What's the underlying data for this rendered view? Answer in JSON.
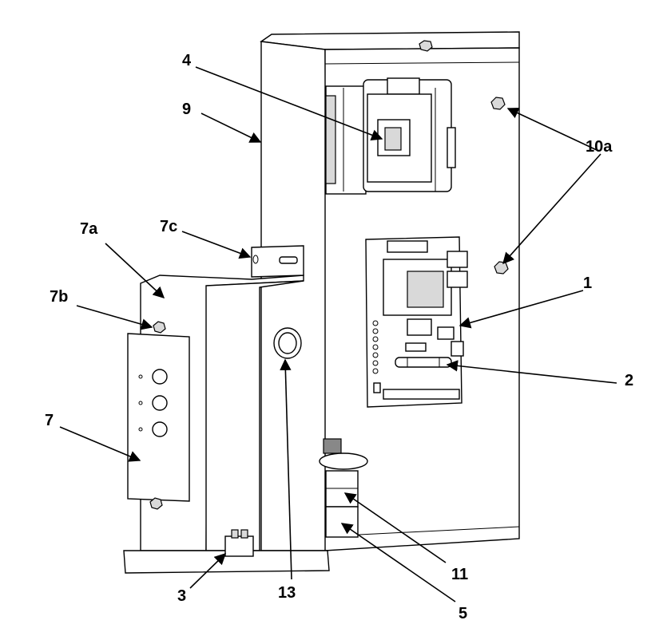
{
  "labels": {
    "l1": "1",
    "l2": "2",
    "l3": "3",
    "l4": "4",
    "l5": "5",
    "l7": "7",
    "l7a": "7a",
    "l7b": "7b",
    "l7c": "7c",
    "l9": "9",
    "l10a": "10a",
    "l11": "11",
    "l13": "13"
  }
}
